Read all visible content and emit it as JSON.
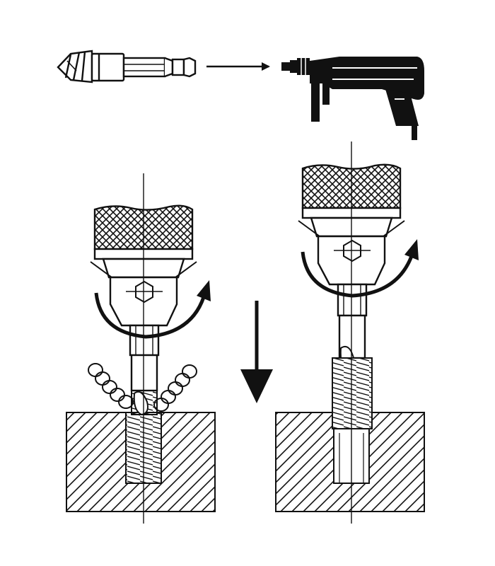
{
  "diagram": {
    "description_text": "",
    "colors": {
      "ink": "#111111",
      "paper": "#ffffff"
    },
    "steps": [
      {
        "id": "attach",
        "icon": "drill-bit-tap-icon"
      },
      {
        "id": "mount",
        "icon": "drill-icon"
      },
      {
        "id": "tapping",
        "icon": "chuck-tap-down-icon"
      },
      {
        "id": "reverse",
        "icon": "chuck-tap-up-icon"
      }
    ]
  }
}
